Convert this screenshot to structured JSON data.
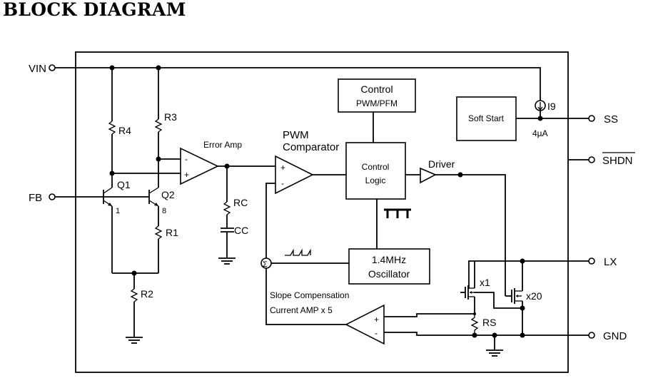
{
  "title": "BLOCK DIAGRAM",
  "pins": {
    "vin": "VIN",
    "fb": "FB",
    "ss": "SS",
    "shdn": "SHDN",
    "lx": "LX",
    "gnd": "GND"
  },
  "blocks": {
    "control_pwm_pfm_line1": "Control",
    "control_pwm_pfm_line2": "PWM/PFM",
    "soft_start": "Soft Start",
    "control_logic_line1": "Control",
    "control_logic_line2": "Logic",
    "oscillator_line1": "1.4MHz",
    "oscillator_line2": "Oscillator"
  },
  "amplifiers": {
    "error_amp": "Error Amp",
    "pwm_comparator_line1": "PWM",
    "pwm_comparator_line2": "Comparator",
    "driver": "Driver",
    "current_amp_line1": "Slope Compensation",
    "current_amp_line2": "Current AMP x 5",
    "plus": "+",
    "minus": "-"
  },
  "components": {
    "r1": "R1",
    "r2": "R2",
    "r3": "R3",
    "r4": "R4",
    "rc": "RC",
    "cc": "CC",
    "rs": "RS",
    "q1": "Q1",
    "q2": "Q2",
    "q1_ratio": "1",
    "q2_ratio": "8",
    "i9": "I9",
    "i9_value": "4µA",
    "mos_small": "x1",
    "mos_large": "x20",
    "summer": "Σ"
  }
}
